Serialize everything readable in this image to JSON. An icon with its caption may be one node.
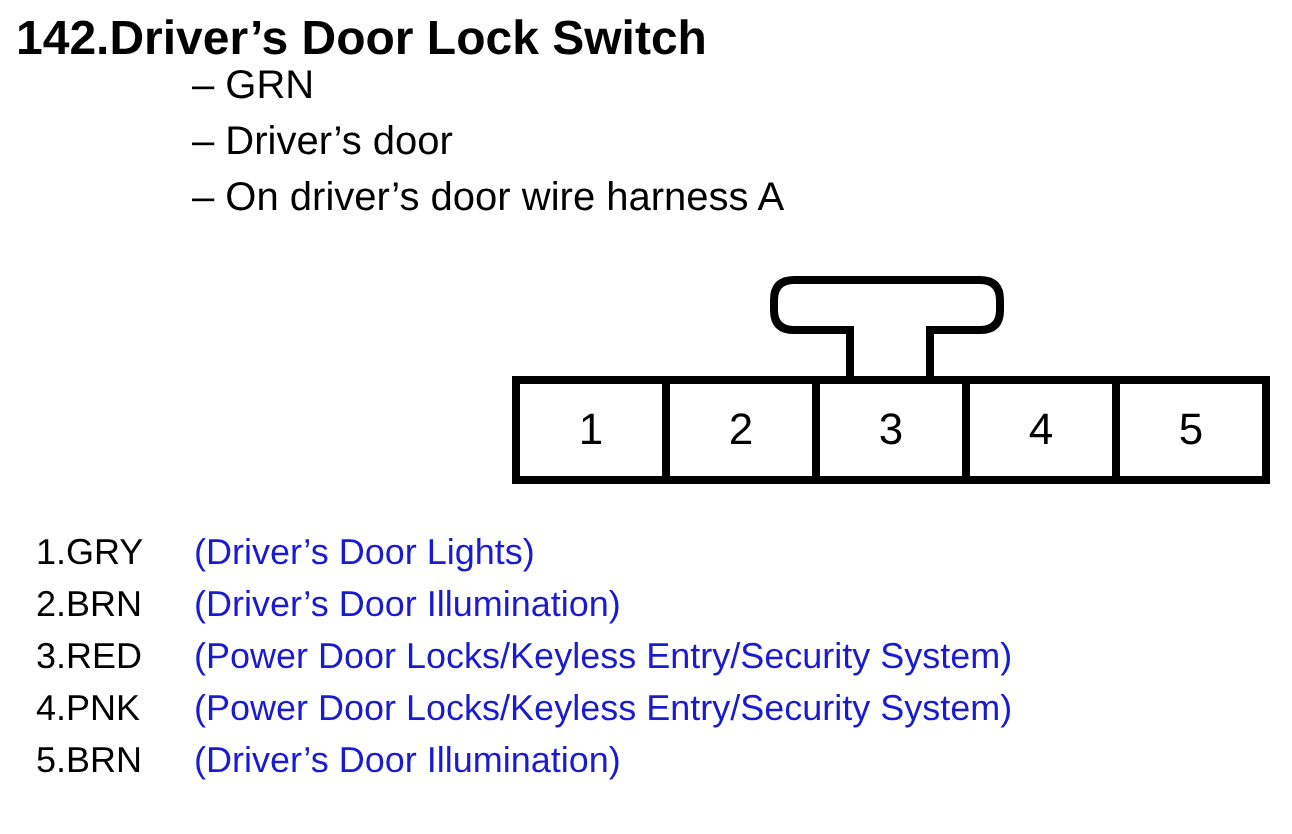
{
  "diagram": {
    "title": "142.Driver’s Door Lock Switch",
    "nodes": [
      {
        "text": [],
        "shape": "box"
      },
      {
        "text": [
          "1"
        ],
        "in": 0
      },
      {
        "text": [
          "2"
        ],
        "in": 0
      },
      {
        "text": [
          "3"
        ],
        "in": 0
      },
      {
        "text": [
          "4"
        ],
        "in": 0
      },
      {
        "text": [
          "5"
        ],
        "in": 0
      }
    ],
    "edges": [],
    "labels": [
      "– GRN",
      "– Driver’s door",
      "– On driver’s door wire harness A",
      "1.GRY",
      "(Driver’s Door Lights)",
      "2.BRN",
      "(Driver’s Door Illumination)",
      "3.RED",
      "(Power Door Locks/Keyless Entry/Security System)",
      "4.PNK",
      "(Power Door Locks/Keyless Entry/Security System)",
      "5.BRN",
      "(Driver’s Door Illumination)"
    ]
  }
}
